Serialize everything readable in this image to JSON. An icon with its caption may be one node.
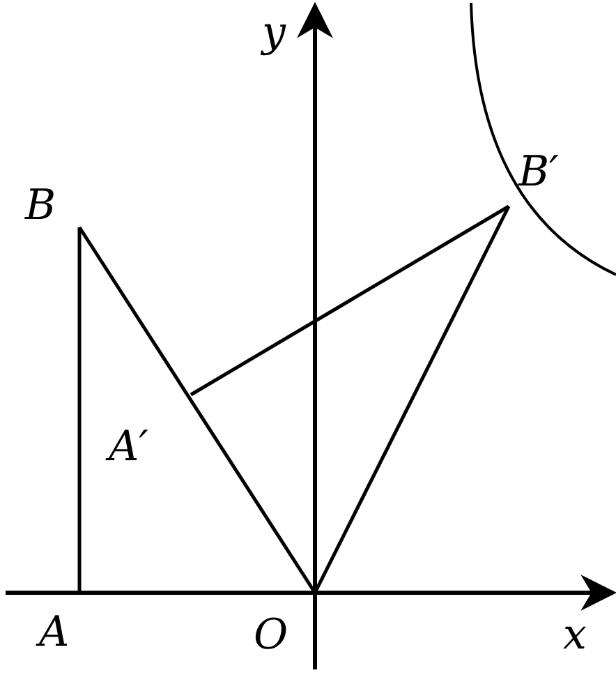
{
  "diagram": {
    "nodes": [
      {
        "text": [
          "A"
        ]
      },
      {
        "text": [
          "B"
        ]
      },
      {
        "text": [
          "O"
        ]
      },
      {
        "text": [
          "A′"
        ]
      },
      {
        "text": [
          "B′"
        ]
      }
    ],
    "edges": [
      {
        "from": 0,
        "to": 1,
        "arrow": "none"
      },
      {
        "from": 1,
        "to": 2,
        "arrow": "none"
      },
      {
        "from": 2,
        "to": 4,
        "arrow": "none"
      },
      {
        "from": 3,
        "to": 4,
        "arrow": "none"
      }
    ],
    "labels": [
      "y",
      "x"
    ]
  }
}
